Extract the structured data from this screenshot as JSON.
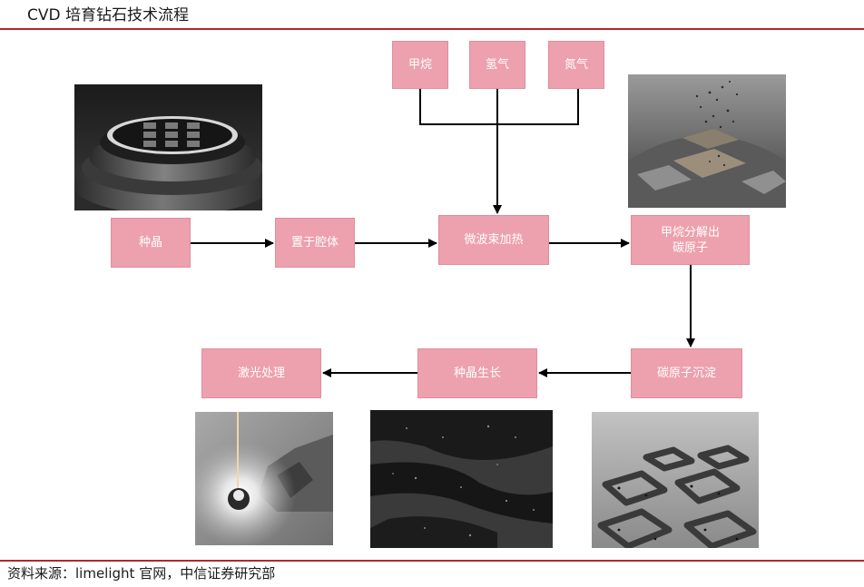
{
  "title": "CVD 培育钻石技术流程",
  "source": "资料来源：limelight 官网，中信证券研究部",
  "gases": {
    "methane": "甲烷",
    "hydrogen": "氢气",
    "nitrogen": "氮气"
  },
  "steps": {
    "seed": "种晶",
    "chamber": "置于腔体",
    "microwave": "微波束加热",
    "decompose_line1": "甲烷分解出",
    "decompose_line2": "碳原子",
    "deposit": "碳原子沉淀",
    "growth": "种晶生长",
    "laser": "激光处理"
  },
  "colors": {
    "box": "#eda0ad",
    "rule": "#b5262a",
    "arrow": "#000000"
  }
}
